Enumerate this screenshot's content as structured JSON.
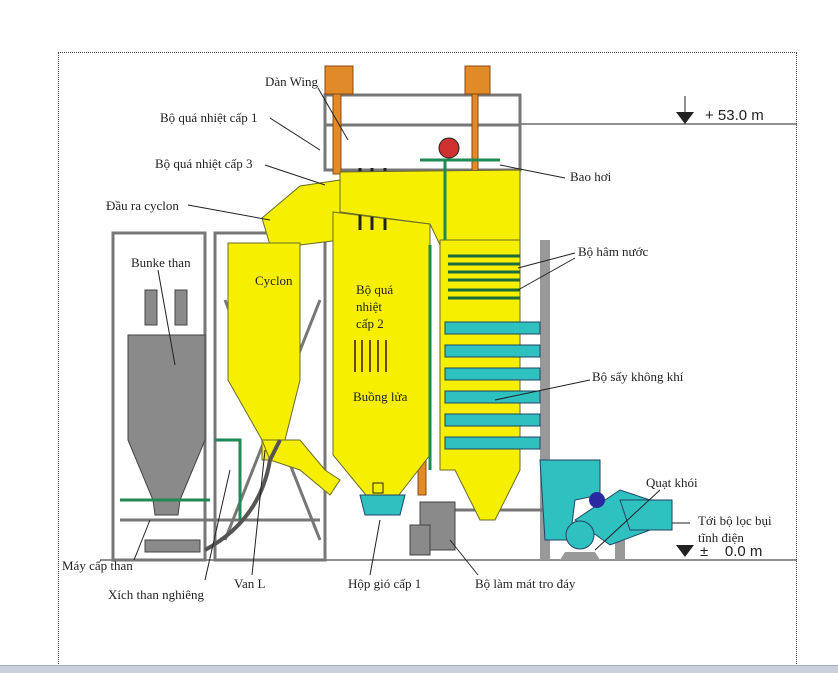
{
  "diagram": {
    "labels": {
      "dan_wing": "Dàn Wing",
      "superheater_1": "Bộ quá nhiệt cấp 1",
      "superheater_3": "Bộ quá nhiệt cấp 3",
      "cyclone_outlet": "Đầu ra cyclon",
      "coal_bunker": "Bunke than",
      "cyclone": "Cyclon",
      "superheater_2_line1": "Bộ quá",
      "superheater_2_line2": "nhiệt",
      "superheater_2_line3": "cấp 2",
      "furnace": "Buồng lửa",
      "steam_drum": "Bao hơi",
      "economizer": "Bộ hâm nước",
      "air_heater": "Bộ sấy không khí",
      "flue_gas_fan": "Quạt khói",
      "to_esp_line1": "Tới bộ lọc bụi",
      "to_esp_line2": "tĩnh điện",
      "coal_feeder": "Máy cấp than",
      "inclined_coal_chain": "Xích than nghiêng",
      "l_valve": "Van L",
      "primary_air_box": "Hộp gió cấp 1",
      "bottom_ash_cooler": "Bộ làm mát tro đáy"
    },
    "levels": {
      "top": "+ 53.0 m",
      "ground": "±    0.0 m"
    },
    "colors": {
      "boiler": "#f6f000",
      "ducts": "#2fc0c0",
      "pipes": "#e08a2a",
      "structure": "#8a8a8a",
      "tubes": "#1f8a55"
    }
  }
}
